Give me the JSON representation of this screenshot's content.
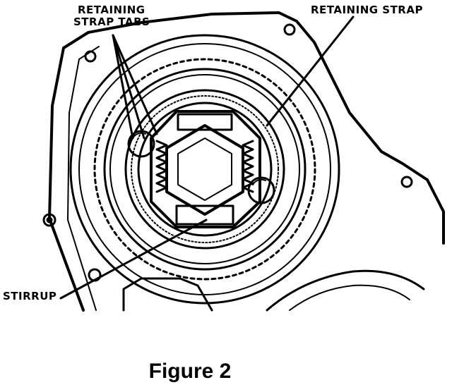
{
  "labels": {
    "retaining_strap_tabs_line1": "RETAINING",
    "retaining_strap_tabs_line2": "STRAP TABS",
    "retaining_strap": "RETAINING STRAP",
    "stirrup": "STIRRUP"
  },
  "caption": "Figure 2",
  "colors": {
    "ink": "#000000",
    "paper": "#ffffff"
  }
}
